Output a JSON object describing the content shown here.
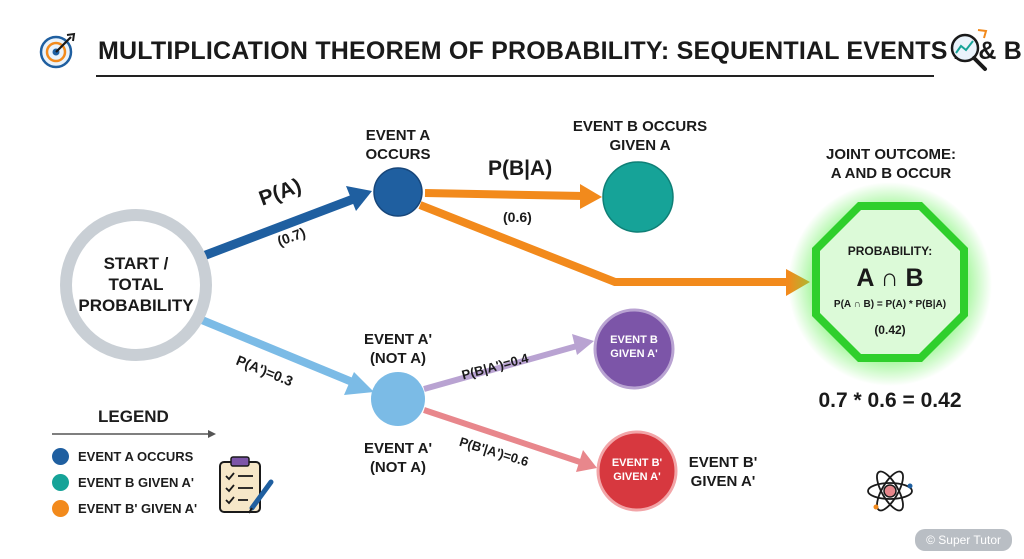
{
  "title": "MULTIPLICATION THEOREM OF PROBABILITY: SEQUENTIAL EVENTS A & B",
  "start_node": {
    "line1": "START /",
    "line2": "TOTAL",
    "line3": "PROBABILITY"
  },
  "event_a": {
    "line1": "EVENT A",
    "line2": "OCCURS"
  },
  "event_b_given_a": {
    "line1": "EVENT B OCCURS",
    "line2": "GIVEN A"
  },
  "event_a_prime_top": {
    "line1": "EVENT A'",
    "line2": "(NOT A)"
  },
  "event_a_prime_bottom": {
    "line1": "EVENT A'",
    "line2": "(NOT A)"
  },
  "event_b_given_a_prime": {
    "line1": "EVENT B",
    "line2": "GIVEN A'"
  },
  "event_b_prime_given_a_prime": {
    "line1": "EVENT B'",
    "line2": "GIVEN A'"
  },
  "event_b_prime_outer": {
    "line1": "EVENT B'",
    "line2": "GIVEN A'"
  },
  "edges": {
    "p_a": "P(A)",
    "p_a_value": "(0.7)",
    "p_b_given_a": "P(B|A)",
    "p_b_given_a_value": "(0.6)",
    "p_a_prime": "P(A')=0.3",
    "p_b_given_a_prime": "P(B|A')=0.4",
    "p_b_prime_given_a_prime": "P(B'|A')=0.6"
  },
  "joint": {
    "heading_line1": "JOINT OUTCOME:",
    "heading_line2": "A AND B OCCUR",
    "probability_label": "PROBABILITY:",
    "symbol": "A ∩ B",
    "formula": "P(A ∩ B) = P(A) * P(B|A)",
    "value": "(0.42)",
    "calculation": "0.7 * 0.6 = 0.42"
  },
  "legend": {
    "title": "LEGEND",
    "items": [
      {
        "label": "EVENT A OCCURS",
        "color": "#1f5fa0"
      },
      {
        "label": "EVENT B GIVEN A'",
        "color": "#16a398"
      },
      {
        "label": "EVENT B' GIVEN A'",
        "color": "#f28a1c"
      }
    ]
  },
  "colors": {
    "event_a": "#1f5fa0",
    "event_b_given_a": "#16a398",
    "event_a_prime": "#7bbbe6",
    "event_b_given_a_prime": "#7c55a8",
    "event_b_prime_given_a_prime": "#d7383f",
    "orange_path": "#f28a1c",
    "joint_glow": "#3ee83a",
    "joint_fill": "#dcfad8"
  },
  "icons": [
    "target-icon",
    "magnifier-chart-icon",
    "clipboard-icon",
    "atom-icon"
  ],
  "watermark": "© Super Tutor"
}
